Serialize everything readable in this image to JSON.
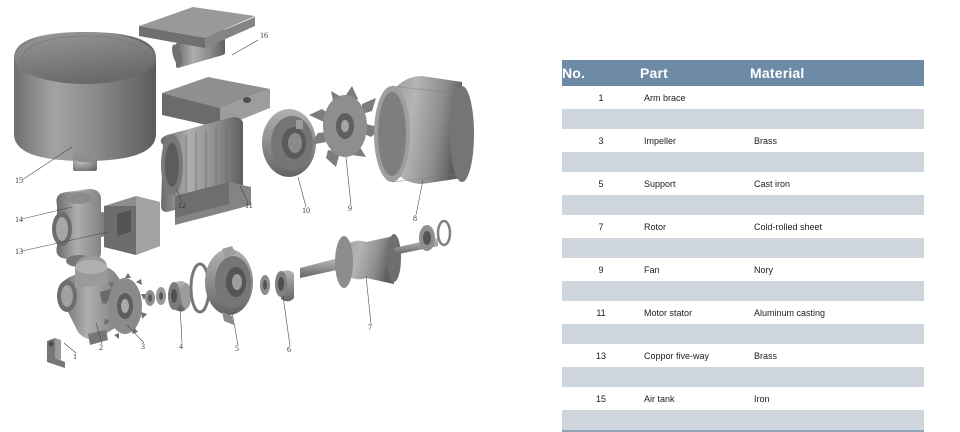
{
  "table": {
    "headers": {
      "no": "No.",
      "part": "Part",
      "material": "Material"
    },
    "rows": [
      {
        "no": "1",
        "part": "Arm brace",
        "material": ""
      },
      {
        "no": "3",
        "part": "Impeller",
        "material": "Brass"
      },
      {
        "no": "5",
        "part": "Support",
        "material": "Cast iron"
      },
      {
        "no": "7",
        "part": "Rotor",
        "material": "Cold-rolled sheet"
      },
      {
        "no": "9",
        "part": "Fan",
        "material": "Nory"
      },
      {
        "no": "11",
        "part": "Motor stator",
        "material": "Aluminum casting"
      },
      {
        "no": "13",
        "part": "Coppor five-way",
        "material": "Brass"
      },
      {
        "no": "15",
        "part": "Air tank",
        "material": "Iron"
      }
    ]
  },
  "diagram": {
    "title": "exploded-pump-assembly",
    "callouts": [
      {
        "id": "1",
        "label": "1"
      },
      {
        "id": "2",
        "label": "2"
      },
      {
        "id": "3",
        "label": "3"
      },
      {
        "id": "4",
        "label": "4"
      },
      {
        "id": "5",
        "label": "5"
      },
      {
        "id": "6",
        "label": "6"
      },
      {
        "id": "7",
        "label": "7"
      },
      {
        "id": "8",
        "label": "8"
      },
      {
        "id": "9",
        "label": "9"
      },
      {
        "id": "10",
        "label": "10"
      },
      {
        "id": "11",
        "label": "11"
      },
      {
        "id": "12",
        "label": "12"
      },
      {
        "id": "13",
        "label": "13"
      },
      {
        "id": "14",
        "label": "14"
      },
      {
        "id": "15",
        "label": "15"
      },
      {
        "id": "16",
        "label": "16"
      }
    ]
  },
  "colors": {
    "header_blue": "#6d8ba6",
    "row_band": "#ced5dd",
    "rule": "#92a4b5",
    "metal_light": "#b9b9b9",
    "metal_mid": "#8f8f8f",
    "metal_dark": "#5e5e5e"
  }
}
